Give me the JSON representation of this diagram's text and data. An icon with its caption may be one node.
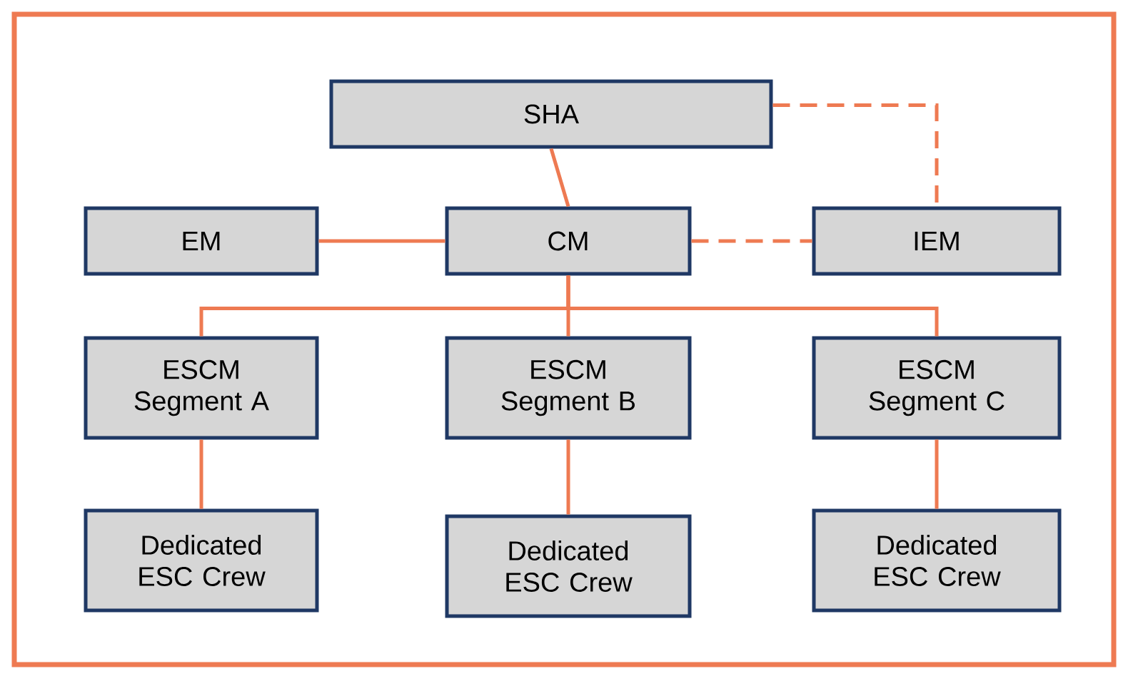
{
  "diagram": {
    "nodes": [
      {
        "text": [
          "SHA"
        ]
      },
      {
        "text": [
          "EM"
        ]
      },
      {
        "text": [
          "CM"
        ]
      },
      {
        "text": [
          "IEM"
        ]
      },
      {
        "text": [
          "ESCM Segment A"
        ]
      },
      {
        "text": [
          "ESCM Segment B"
        ]
      },
      {
        "text": [
          "ESCM Segment C"
        ]
      },
      {
        "text": [
          "Dedicated ESC Crew"
        ]
      },
      {
        "text": [
          "Dedicated ESC Crew"
        ]
      },
      {
        "text": [
          "Dedicated ESC Crew"
        ]
      }
    ],
    "edges": [
      {
        "from": 0,
        "to": 2,
        "arrow": "none"
      },
      {
        "from": 0,
        "to": 3,
        "arrow": "none",
        "style": "dashed"
      },
      {
        "from": 1,
        "to": 2,
        "arrow": "none"
      },
      {
        "from": 2,
        "to": 3,
        "arrow": "none",
        "style": "dashed"
      },
      {
        "from": 2,
        "to": 4,
        "arrow": "none"
      },
      {
        "from": 2,
        "to": 5,
        "arrow": "none"
      },
      {
        "from": 2,
        "to": 6,
        "arrow": "none"
      },
      {
        "from": 4,
        "to": 7,
        "arrow": "none"
      },
      {
        "from": 5,
        "to": 8,
        "arrow": "none"
      },
      {
        "from": 6,
        "to": 9,
        "arrow": "none"
      }
    ]
  }
}
